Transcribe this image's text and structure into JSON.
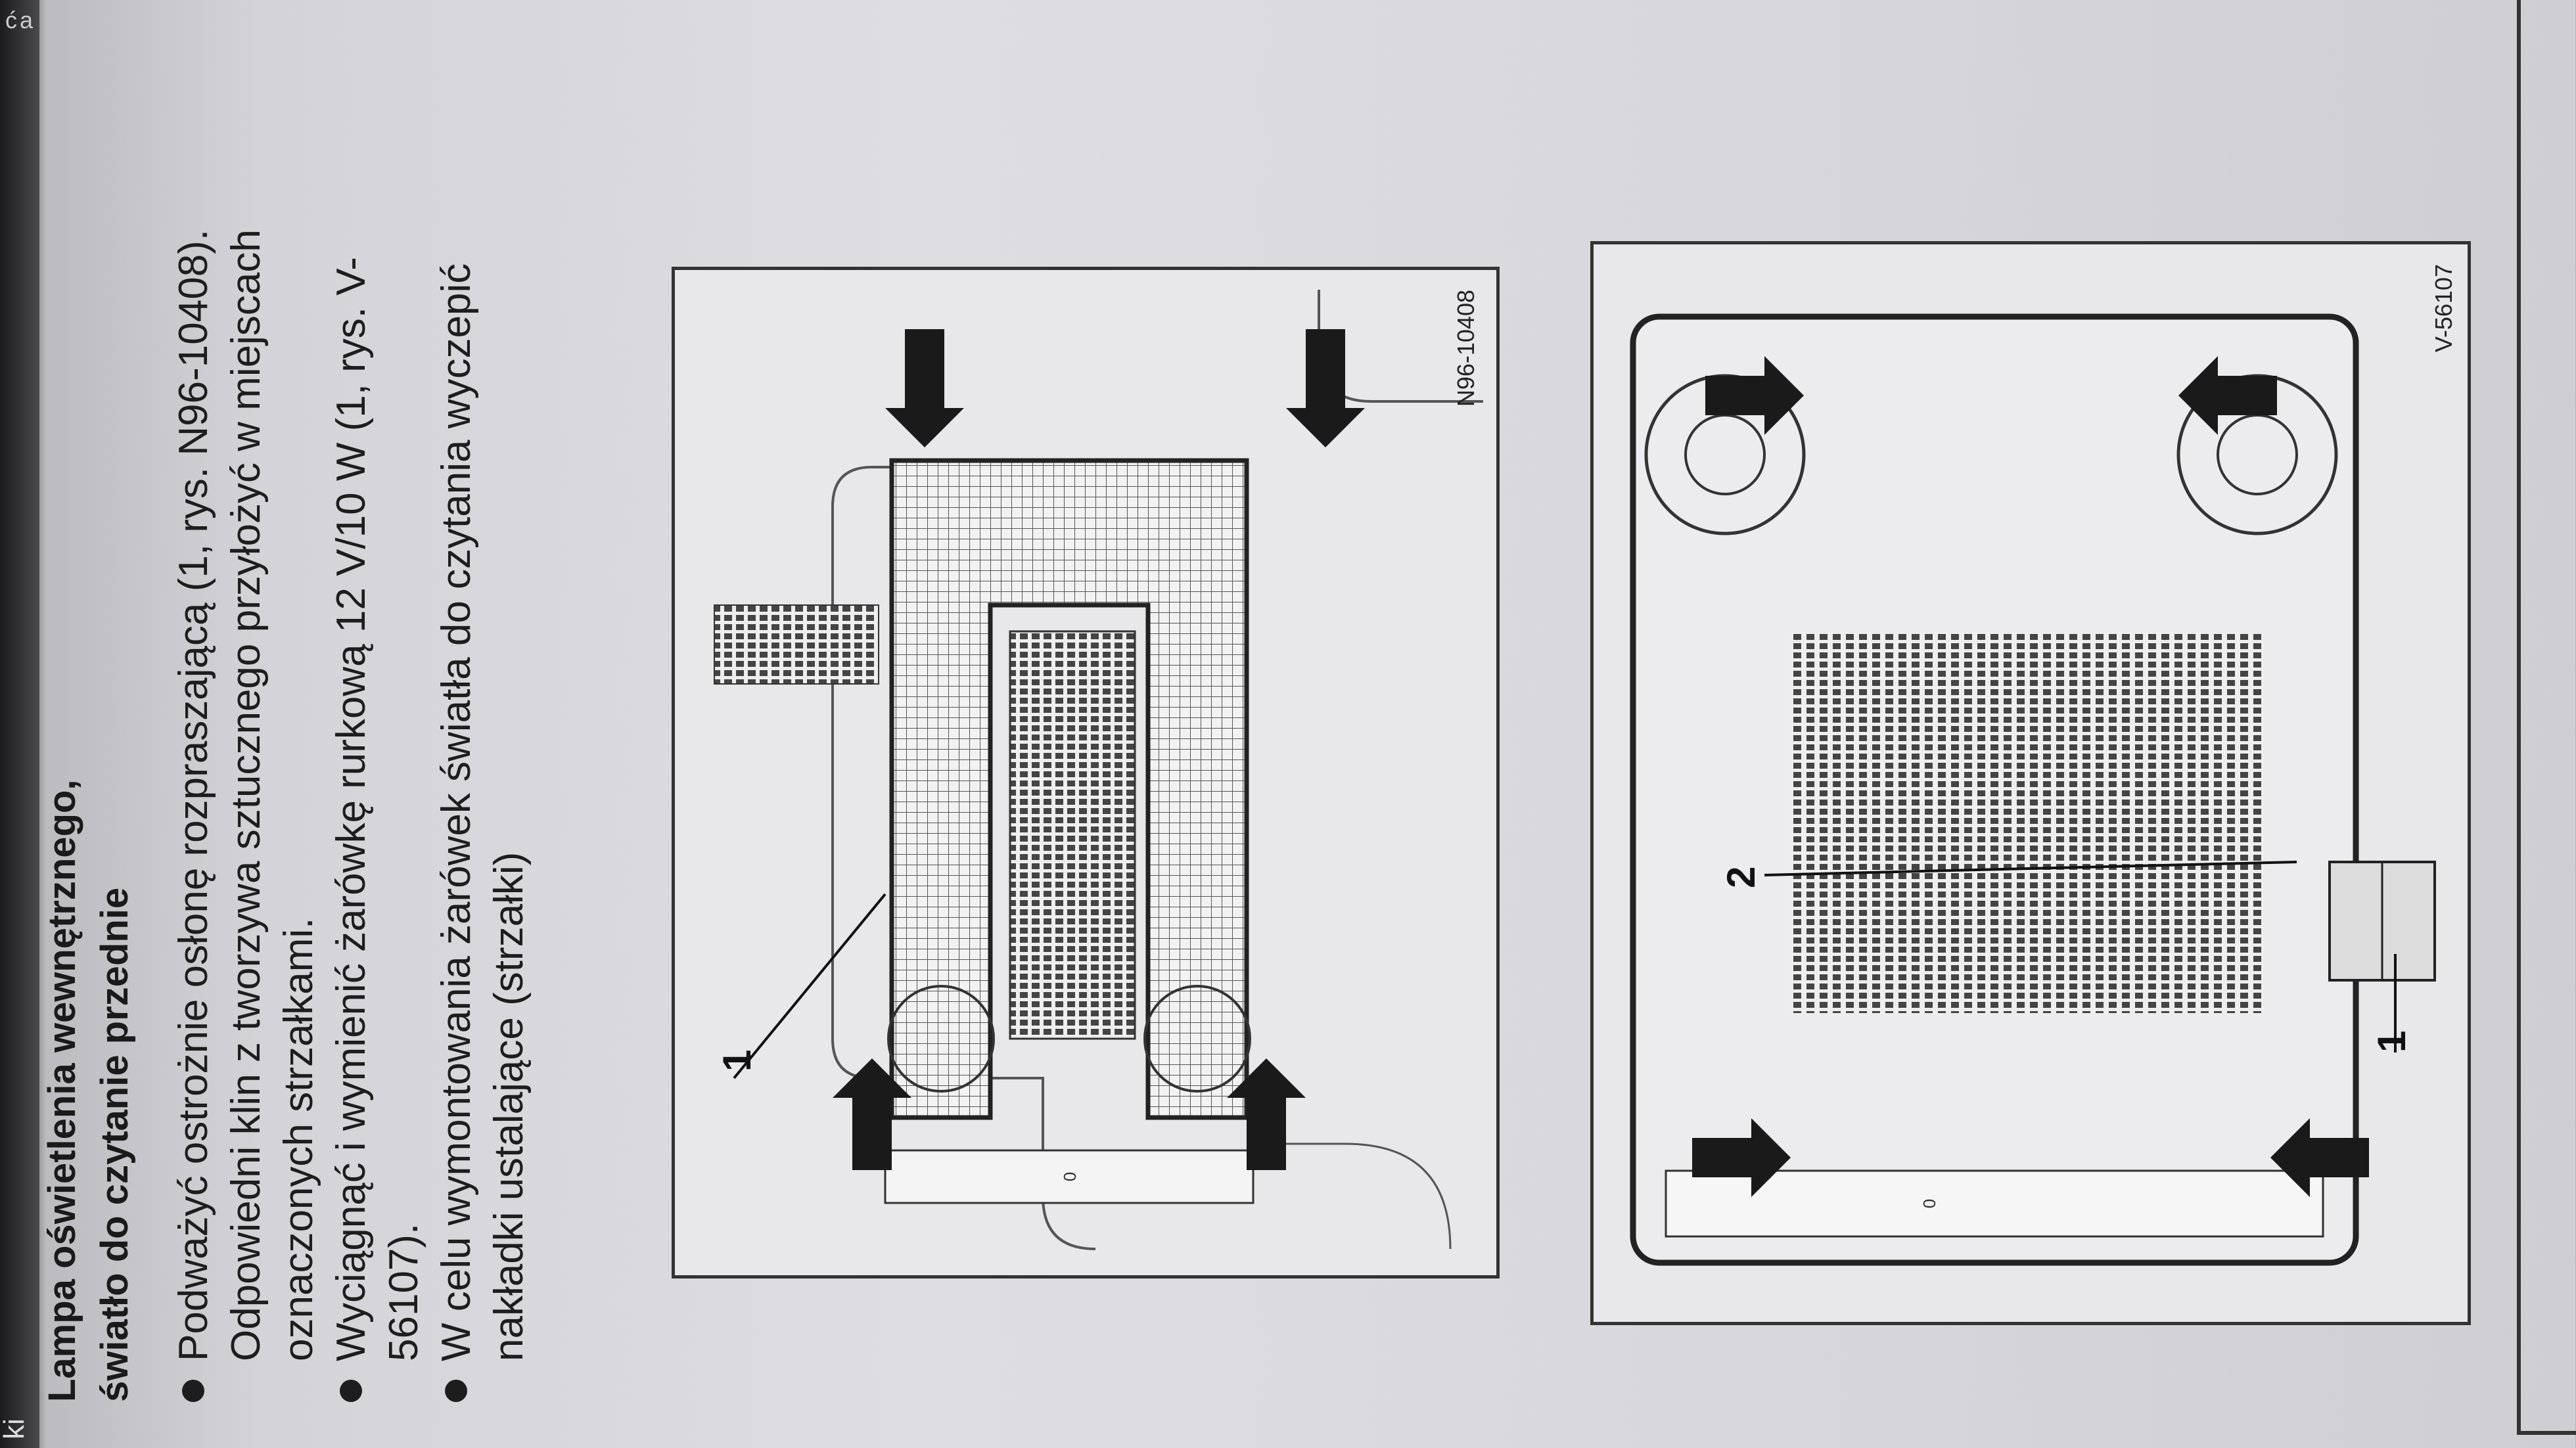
{
  "heading": {
    "line1": "Lampa oświetlenia wewnętrznego,",
    "line2": "światło do czytanie przednie"
  },
  "steps": [
    "Podważyć ostrożnie osłonę rozpraszającą (1, rys. N96-10408). Odpowiedni klin z tworzywa sztucznego przyłożyć w miejscach oznaczonych strzałkami.",
    "Wyciągnąć i wymienić żarówkę rurkową 12 V/10 W (1, rys. V-56107).",
    "W celu wymontowania żarówek światła do czytania wyczepić nakładki ustalające (strzałki)"
  ],
  "figure1": {
    "ref": "N96-10408",
    "callout": "1"
  },
  "figure2": {
    "ref": "V-56107",
    "callouts": [
      "1",
      "2"
    ]
  },
  "margin_fragments": [
    "ki",
    "ć",
    "a"
  ]
}
